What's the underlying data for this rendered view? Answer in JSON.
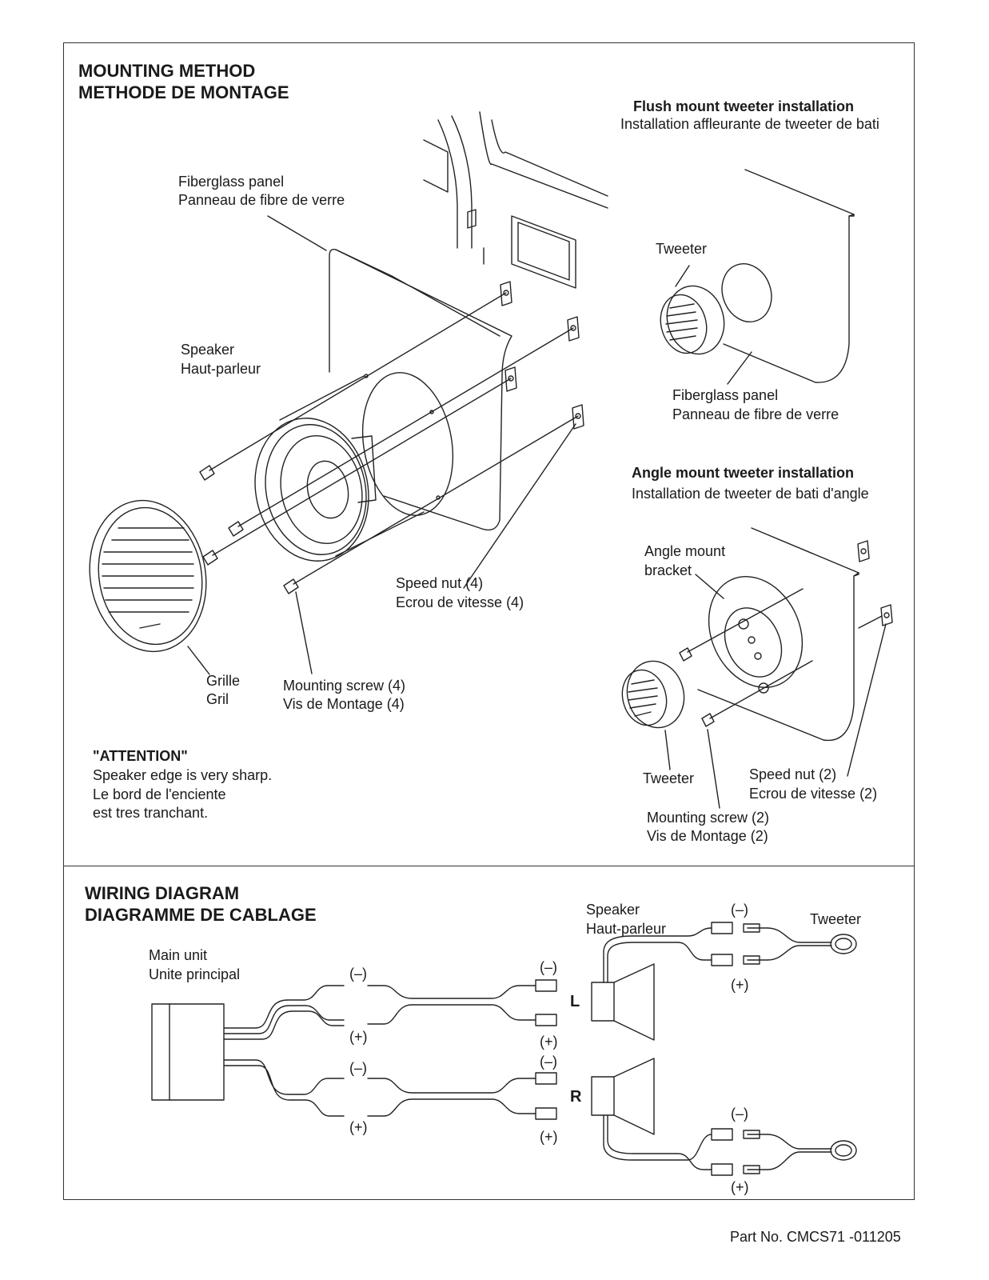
{
  "mounting": {
    "title_en": "MOUNTING METHOD",
    "title_fr": "METHODE DE MONTAGE",
    "fiberglass_panel": [
      "Fiberglass panel",
      "Panneau de fibre de verre"
    ],
    "speaker": [
      "Speaker",
      "Haut-parleur"
    ],
    "speed_nut": [
      "Speed nut (4)",
      "Ecrou de vitesse (4)"
    ],
    "grille": [
      "Grille",
      "Gril"
    ],
    "mounting_screw": [
      "Mounting screw (4)",
      "Vis de Montage (4)"
    ],
    "attention_title": "\"ATTENTION\"",
    "attention_lines": [
      "Speaker edge is very sharp.",
      "Le bord de l'enciente",
      "est tres tranchant."
    ]
  },
  "flush": {
    "title_en": "Flush mount tweeter installation",
    "title_fr": "Installation affleurante de tweeter de bati",
    "tweeter": "Tweeter",
    "fiberglass_panel": [
      "Fiberglass panel",
      "Panneau de fibre de verre"
    ]
  },
  "angle": {
    "title_en": "Angle mount tweeter installation",
    "title_fr": "Installation de tweeter de bati d'angle",
    "bracket": [
      "Angle mount",
      "bracket"
    ],
    "tweeter": "Tweeter",
    "speed_nut": [
      "Speed nut (2)",
      "Ecrou de vitesse (2)"
    ],
    "mounting_screw": [
      "Mounting screw (2)",
      "Vis de Montage (2)"
    ]
  },
  "wiring": {
    "title_en": "WIRING DIAGRAM",
    "title_fr": "DIAGRAMME DE CABLAGE",
    "main_unit": [
      "Main unit",
      "Unite principal"
    ],
    "speaker": [
      "Speaker",
      "Haut-parleur"
    ],
    "tweeter": "Tweeter",
    "neg": "(–)",
    "pos": "(+)",
    "left": "L",
    "right": "R"
  },
  "part_no": "Part No. CMCS71 -011205"
}
